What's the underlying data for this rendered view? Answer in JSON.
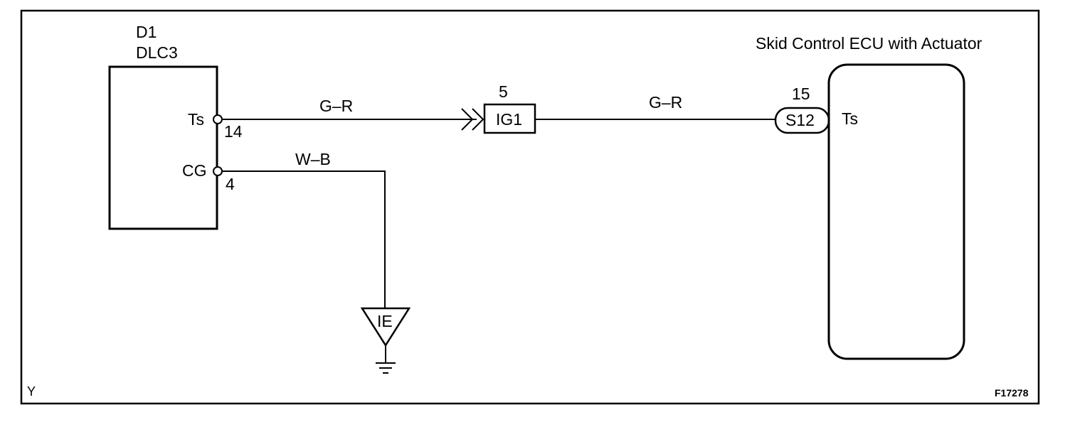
{
  "dlc3": {
    "id": "D1",
    "name": "DLC3",
    "pin_ts_label": "Ts",
    "pin_ts_num": "14",
    "pin_cg_label": "CG",
    "pin_cg_num": "4"
  },
  "ecu": {
    "title": "Skid Control ECU with Actuator",
    "pin_label": "Ts",
    "connector": "S12",
    "pin_num": "15"
  },
  "junction": {
    "name": "IG1",
    "pin_num": "5"
  },
  "wires": {
    "ts_left": "G–R",
    "ts_right": "G–R",
    "ground": "W–B"
  },
  "ground_point": "IE",
  "corner_mark": "Y",
  "figure_code": "F17278"
}
